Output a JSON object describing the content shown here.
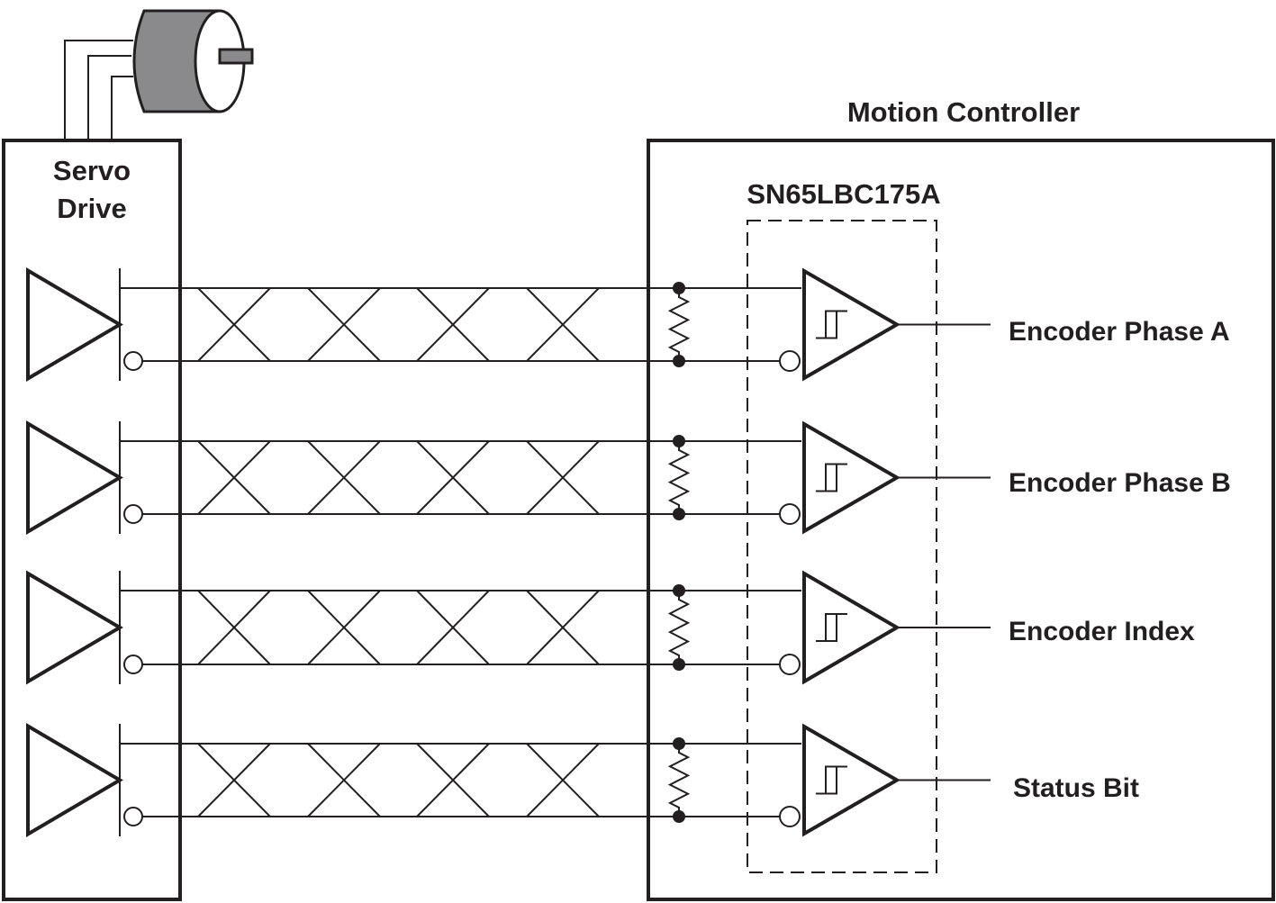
{
  "diagram": {
    "servo_drive": {
      "line1": "Servo",
      "line2": "Drive"
    },
    "controller_title": "Motion Controller",
    "receiver_part": "SN65LBC175A",
    "channels": [
      {
        "label": "Encoder Phase A"
      },
      {
        "label": "Encoder Phase B"
      },
      {
        "label": "Encoder Index"
      },
      {
        "label": "Status Bit"
      }
    ],
    "colors": {
      "line": "#231f20",
      "motor_body": "#8a8a8c",
      "motor_face": "#ffffff"
    },
    "icons": [
      "motor-icon",
      "line-driver-icon",
      "line-receiver-icon",
      "termination-resistor-icon",
      "twisted-pair-icon"
    ]
  }
}
